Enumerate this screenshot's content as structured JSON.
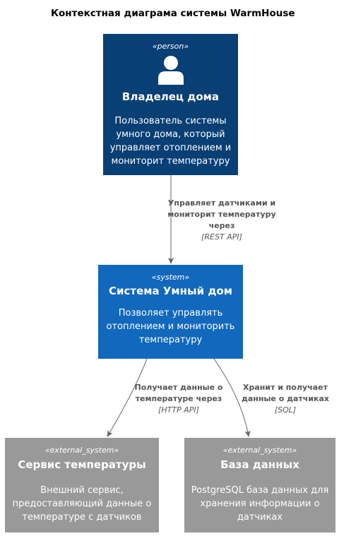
{
  "diagram": {
    "title": "Контекстная диаграма системы WarmHouse",
    "nodes": {
      "person": {
        "stereotype": "«person»",
        "title": "Владелец дома",
        "description": "Пользователь системы умного дома, который управляет отоплением и мониторит температуру",
        "icon": "person-icon",
        "color": "#083f75"
      },
      "system": {
        "stereotype": "«system»",
        "title": "Система Умный дом",
        "description": "Позволяет управлять отоплением и мониторить температуру",
        "color": "#1168bd"
      },
      "temperature_service": {
        "stereotype": "«external_system»",
        "title": "Сервис температуры",
        "description": "Внешний сервис, предоставляющий данные о температуре с датчиков",
        "color": "#999999"
      },
      "database": {
        "stereotype": "«external_system»",
        "title": "База данных",
        "description": "PostgreSQL база данных для хранения информации о датчиках",
        "color": "#999999"
      }
    },
    "edges": {
      "person_to_system": {
        "label": "Управляет датчиками и мониторит температуру через",
        "tech": "[REST API]"
      },
      "system_to_temperature": {
        "label": "Получает данные о температуре через",
        "tech": "[HTTP API]"
      },
      "system_to_database": {
        "label": "Хранит и получает данные о датчиках",
        "tech": "[SQL]"
      }
    },
    "edge_color": "#666666"
  }
}
